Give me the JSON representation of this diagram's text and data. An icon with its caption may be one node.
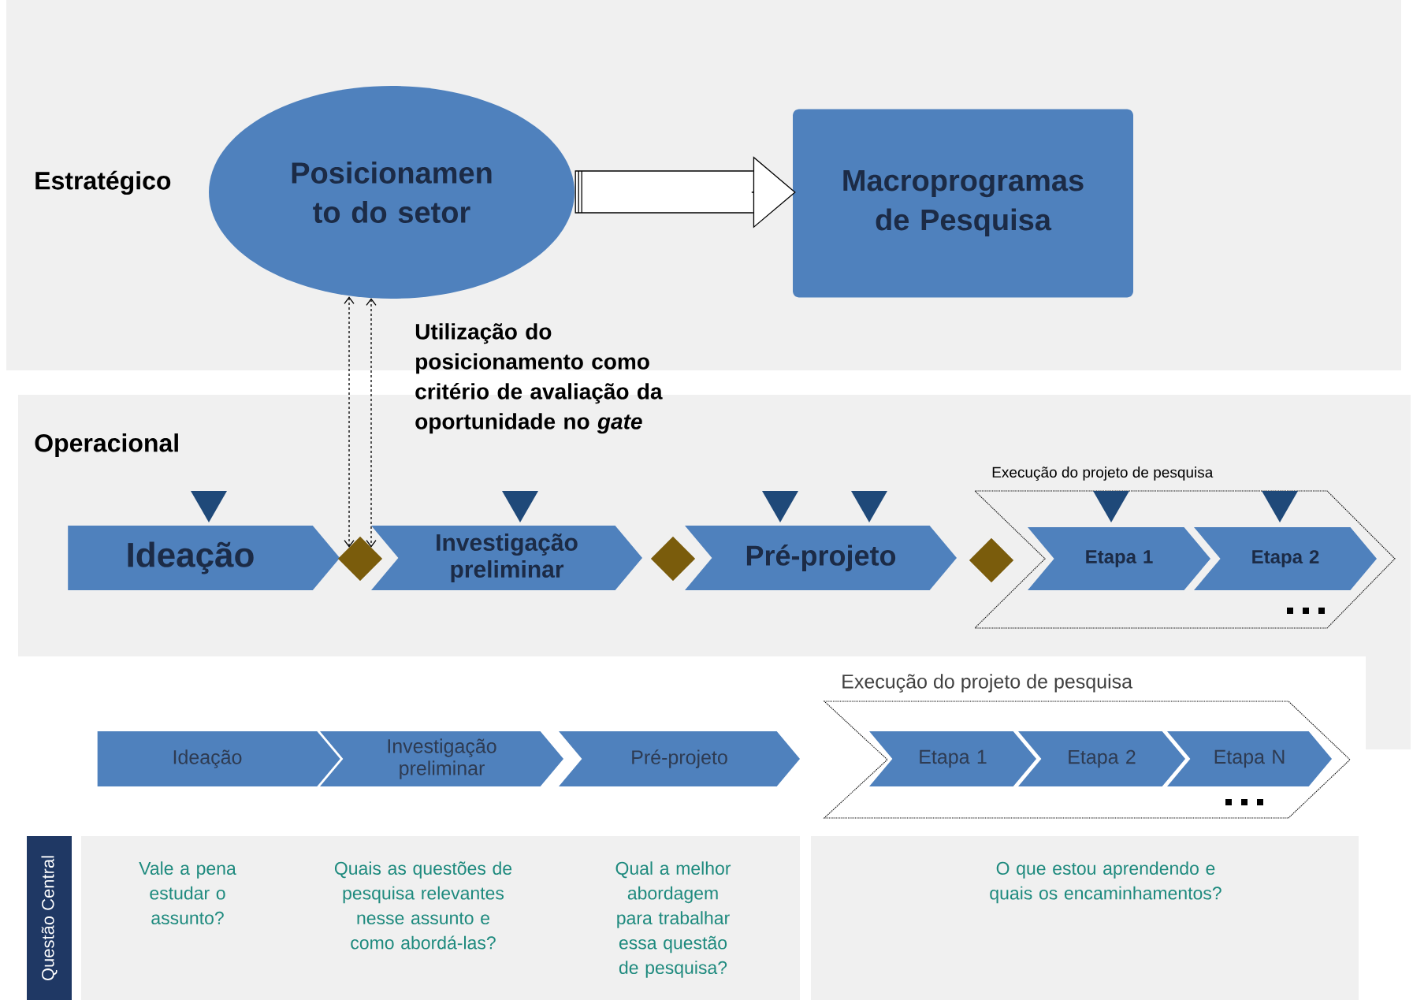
{
  "diagram": {
    "nodes": [
      {
        "text": [
          "Estratégico"
        ]
      },
      {
        "text": [
          "Posicionamen to do setor"
        ],
        "in": 0
      },
      {
        "text": [
          "Macroprogramas de Pesquisa"
        ],
        "in": 0
      },
      {
        "text": [
          "Operacional"
        ]
      },
      {
        "text": [
          "Ideação"
        ],
        "in": 3
      },
      {
        "text": [],
        "shape": "diamond",
        "in": 3
      },
      {
        "text": [
          "Investigação preliminar"
        ],
        "in": 3
      },
      {
        "text": [],
        "shape": "diamond",
        "in": 3
      },
      {
        "text": [
          "Pré-projeto"
        ],
        "in": 3
      },
      {
        "text": [],
        "shape": "diamond",
        "in": 3
      },
      {
        "text": [
          "Execução do projeto de pesquisa"
        ],
        "in": 3
      },
      {
        "text": [
          "Etapa 1"
        ],
        "in": 10
      },
      {
        "text": [
          "Etapa 2"
        ],
        "in": 10
      },
      {
        "text": [
          "Ideação"
        ]
      },
      {
        "text": [
          "Investigação preliminar"
        ]
      },
      {
        "text": [
          "Pré-projeto"
        ]
      },
      {
        "text": [
          "Execução do projeto de pesquisa"
        ]
      },
      {
        "text": [
          "Etapa 1"
        ],
        "in": 16
      },
      {
        "text": [
          "Etapa 2"
        ],
        "in": 16
      },
      {
        "text": [
          "Etapa N"
        ],
        "in": 16
      },
      {
        "text": [
          "Questão Central"
        ]
      },
      {
        "text": [
          "Vale a pena estudar o assunto?",
          "Quais as questões de pesquisa relevantes nesse assunto e como abordá-las?",
          "Qual a melhor abordagem para trabalhar essa questão de pesquisa?"
        ]
      },
      {
        "text": [
          "O que estou aprendendo e quais os encaminhamentos?"
        ]
      }
    ],
    "edges": [
      {
        "from": 1,
        "to": 2,
        "arrow": "to"
      },
      {
        "from": 1,
        "to": 5,
        "arrow": "both",
        "style": "dashed"
      },
      {
        "from": 1,
        "to": 5,
        "arrow": "both",
        "style": "dashed"
      }
    ],
    "labels": [
      "Utilização do posicionamento como critério de avaliação da oportunidade no *gate*"
    ]
  }
}
